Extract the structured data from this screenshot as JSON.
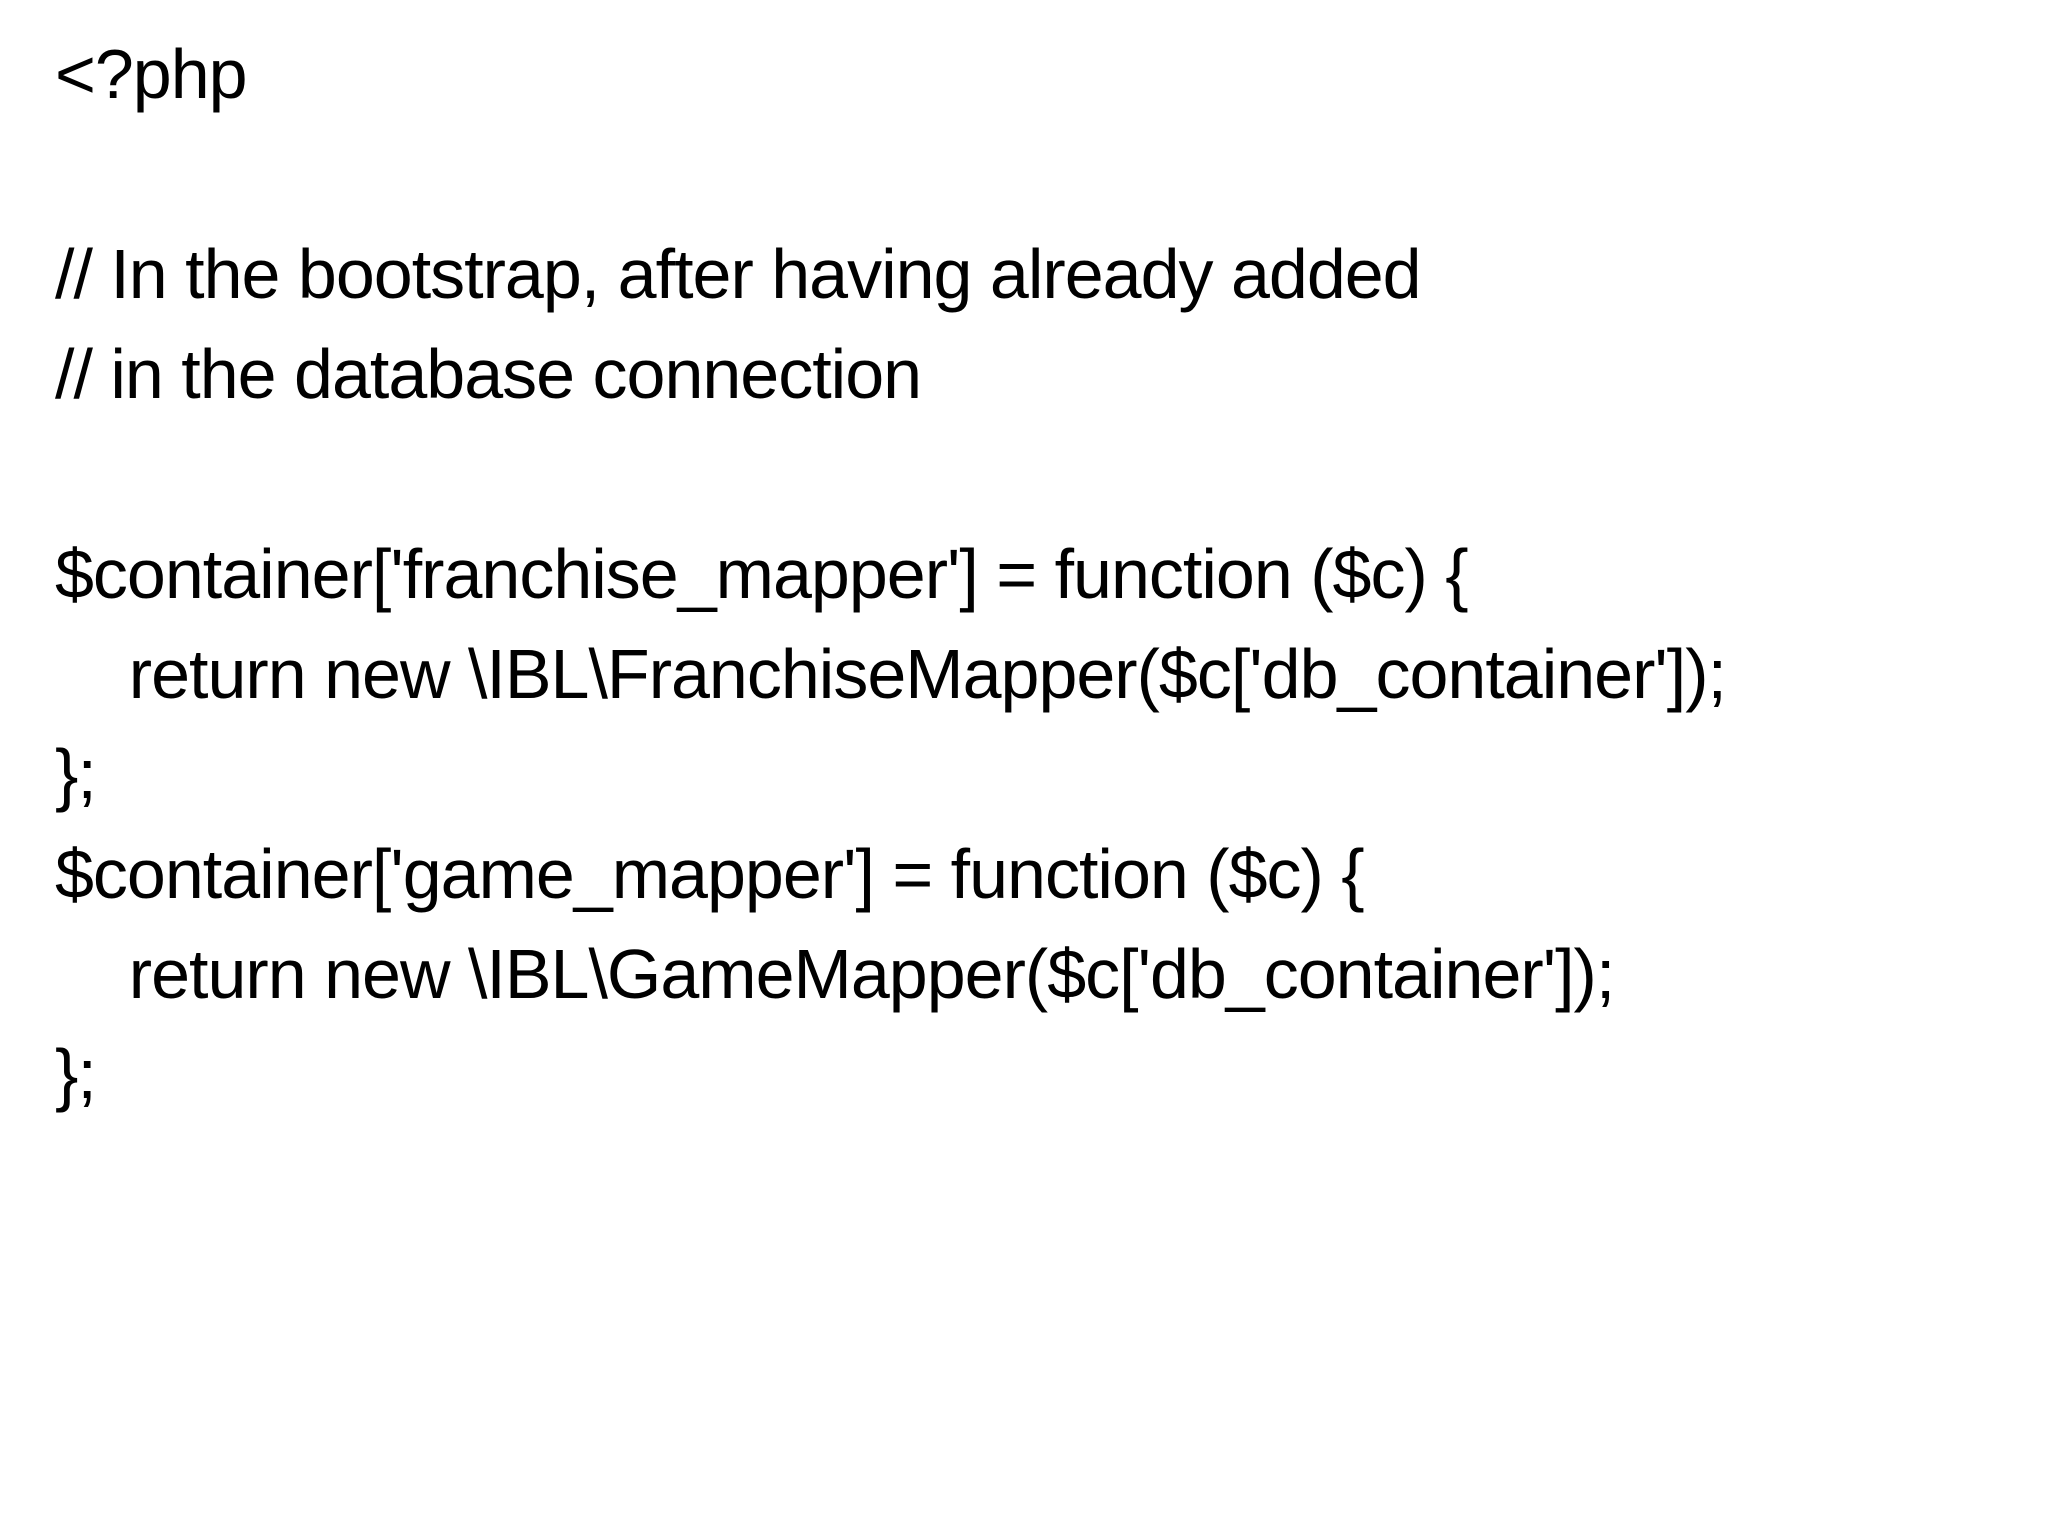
{
  "slide": {
    "background_color": "#ffffff",
    "text_color": "#000000",
    "kind": "code-slide"
  },
  "code": {
    "language": "php",
    "lines": [
      "<?php",
      "",
      "// In the bootstrap, after having already added",
      "// in the database connection",
      "",
      "$container['franchise_mapper'] = function ($c) {",
      "    return new \\IBL\\FranchiseMapper($c['db_container']);",
      "};",
      "$container['game_mapper'] = function ($c) {",
      "    return new \\IBL\\GameMapper($c['db_container']);",
      "};"
    ]
  }
}
